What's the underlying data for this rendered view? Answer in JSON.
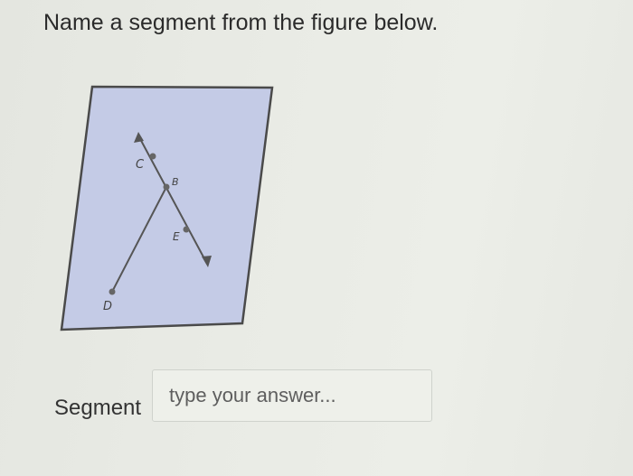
{
  "question": {
    "title": "Name a segment from the figure below."
  },
  "figure": {
    "points": {
      "C": "C",
      "B": "B",
      "E": "E",
      "D": "D"
    },
    "plane_color": "#c4cbe6",
    "line_color": "#555555"
  },
  "answer": {
    "label": "Segment",
    "placeholder": "type your answer..."
  }
}
